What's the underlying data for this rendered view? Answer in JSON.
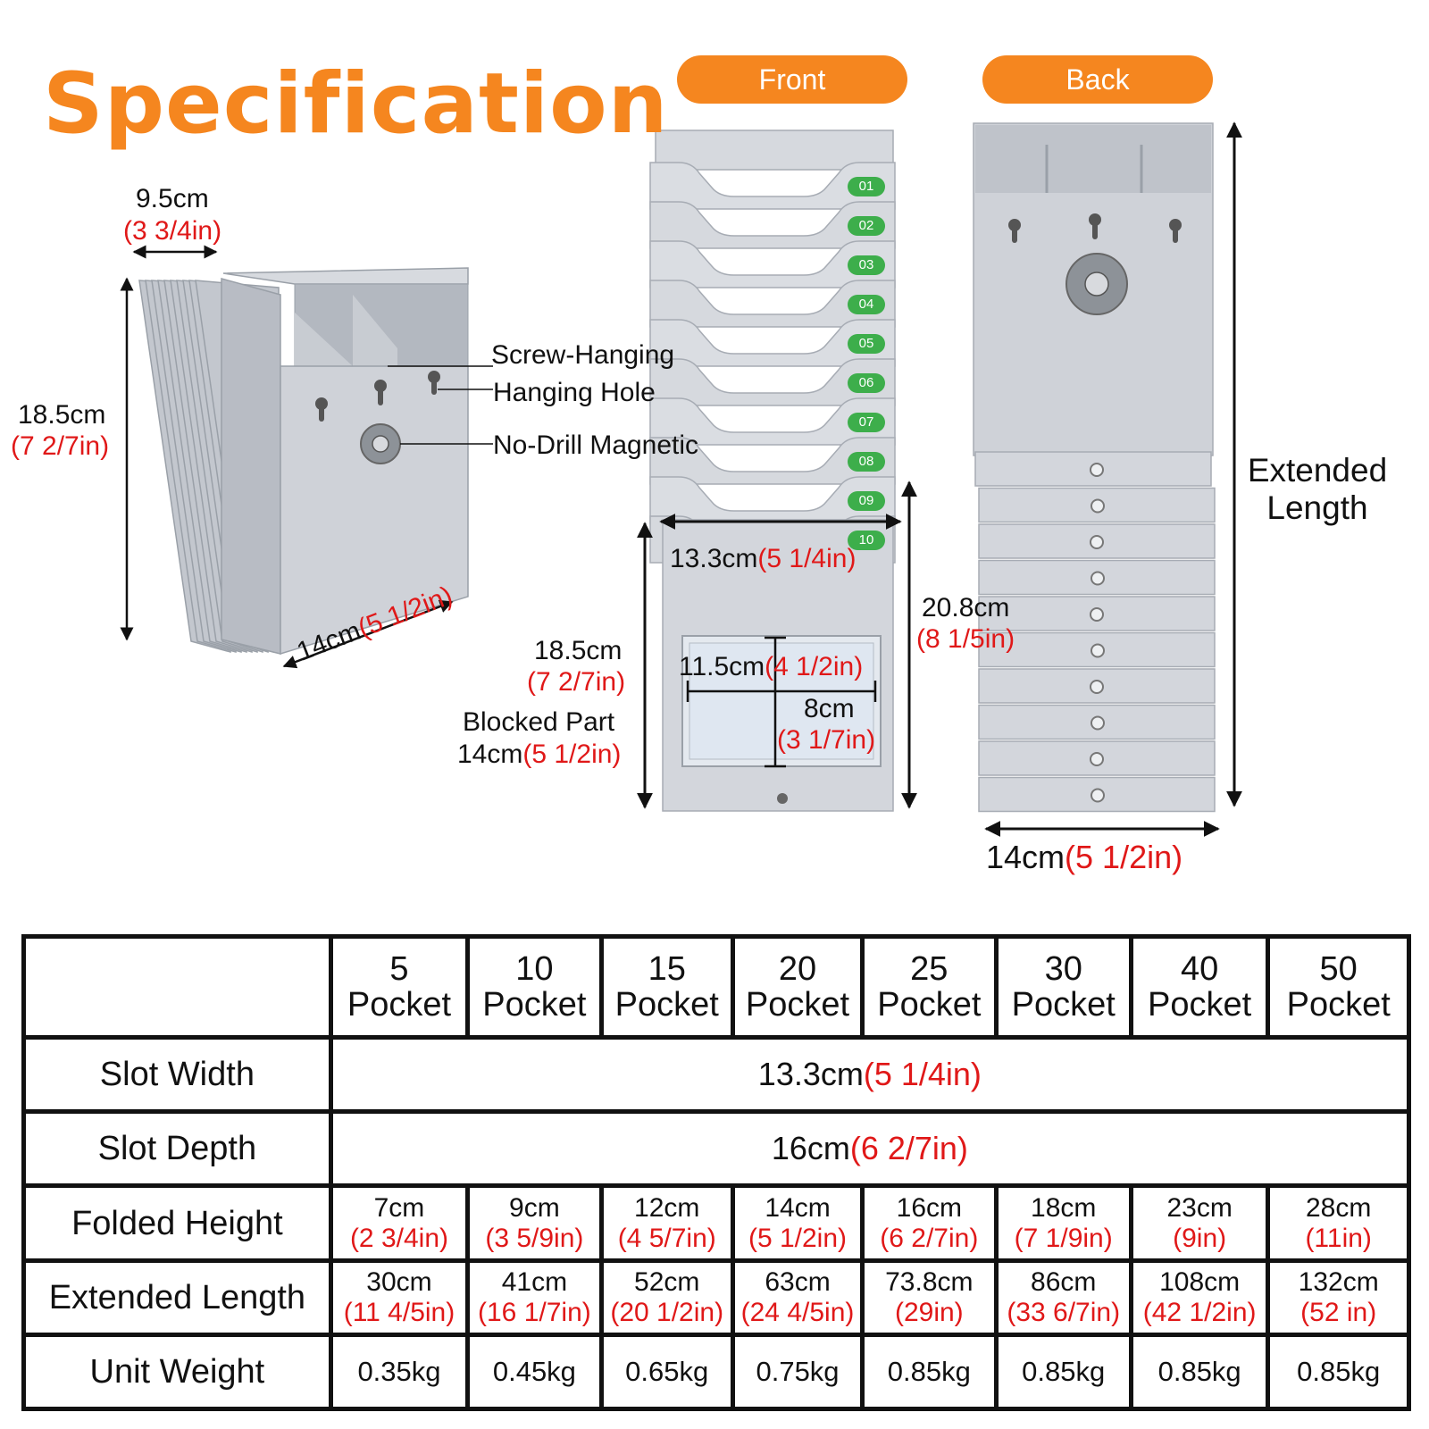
{
  "title": "Specification",
  "tabs": {
    "front": "Front",
    "back": "Back"
  },
  "left_view": {
    "top_width": {
      "cm": "9.5cm",
      "in": "(3 3/4in)"
    },
    "height": {
      "cm": "18.5cm",
      "in": "(7 2/7in)"
    },
    "depth": {
      "cm": "14cm",
      "in": "(5 1/2in)"
    },
    "callouts": [
      "Screw-Hanging",
      "Hanging Hole",
      "No-Drill Magnetic"
    ]
  },
  "front_view": {
    "pocket_numbers": [
      "01",
      "02",
      "03",
      "04",
      "05",
      "06",
      "07",
      "08",
      "09",
      "10"
    ],
    "width": {
      "cm": "13.3cm",
      "in": "(5 1/4in)"
    },
    "lower_height": {
      "cm": "18.5cm",
      "in": "(7 2/7in)"
    },
    "blocked": {
      "label": "Blocked Part",
      "cm": "14cm",
      "in": "(5 1/2in)"
    },
    "window_height": {
      "cm": "11.5cm",
      "in": "(4 1/2in)"
    },
    "window_width": {
      "cm": "8cm",
      "in": "(3 1/7in)"
    },
    "side_height": {
      "cm": "20.8cm",
      "in": "(8 1/5in)"
    }
  },
  "back_view": {
    "extended_label_1": "Extended",
    "extended_label_2": "Length",
    "width": {
      "cm": "14cm",
      "in": "(5 1/2in)"
    }
  },
  "table": {
    "columns": [
      {
        "num": "5",
        "word": "Pocket"
      },
      {
        "num": "10",
        "word": "Pocket"
      },
      {
        "num": "15",
        "word": "Pocket"
      },
      {
        "num": "20",
        "word": "Pocket"
      },
      {
        "num": "25",
        "word": "Pocket"
      },
      {
        "num": "30",
        "word": "Pocket"
      },
      {
        "num": "40",
        "word": "Pocket"
      },
      {
        "num": "50",
        "word": "Pocket"
      }
    ],
    "slot_width": {
      "label": "Slot Width",
      "cm": "13.3cm",
      "in": "(5 1/4in)"
    },
    "slot_depth": {
      "label": "Slot Depth",
      "cm": "16cm",
      "in": "(6 2/7in)"
    },
    "folded_height": {
      "label": "Folded Height",
      "values": [
        {
          "cm": "7cm",
          "in": "(2 3/4in)"
        },
        {
          "cm": "9cm",
          "in": "(3 5/9in)"
        },
        {
          "cm": "12cm",
          "in": "(4 5/7in)"
        },
        {
          "cm": "14cm",
          "in": "(5 1/2in)"
        },
        {
          "cm": "16cm",
          "in": "(6 2/7in)"
        },
        {
          "cm": "18cm",
          "in": "(7 1/9in)"
        },
        {
          "cm": "23cm",
          "in": "(9in)"
        },
        {
          "cm": "28cm",
          "in": "(11in)"
        }
      ]
    },
    "extended_length": {
      "label": "Extended Length",
      "values": [
        {
          "cm": "30cm",
          "in": "(11 4/5in)"
        },
        {
          "cm": "41cm",
          "in": "(16 1/7in)"
        },
        {
          "cm": "52cm",
          "in": "(20 1/2in)"
        },
        {
          "cm": "63cm",
          "in": "(24 4/5in)"
        },
        {
          "cm": "73.8cm",
          "in": "(29in)"
        },
        {
          "cm": "86cm",
          "in": "(33 6/7in)"
        },
        {
          "cm": "108cm",
          "in": "(42 1/2in)"
        },
        {
          "cm": "132cm",
          "in": "(52 in)"
        }
      ]
    },
    "unit_weight": {
      "label": "Unit Weight",
      "values": [
        "0.35kg",
        "0.45kg",
        "0.65kg",
        "0.75kg",
        "0.85kg",
        "0.85kg",
        "0.85kg",
        "0.85kg"
      ]
    }
  },
  "colors": {
    "accent": "#f5861f",
    "metric_highlight": "#e01818",
    "plastic": "#cdd0d6",
    "badge": "#3dae4b"
  }
}
